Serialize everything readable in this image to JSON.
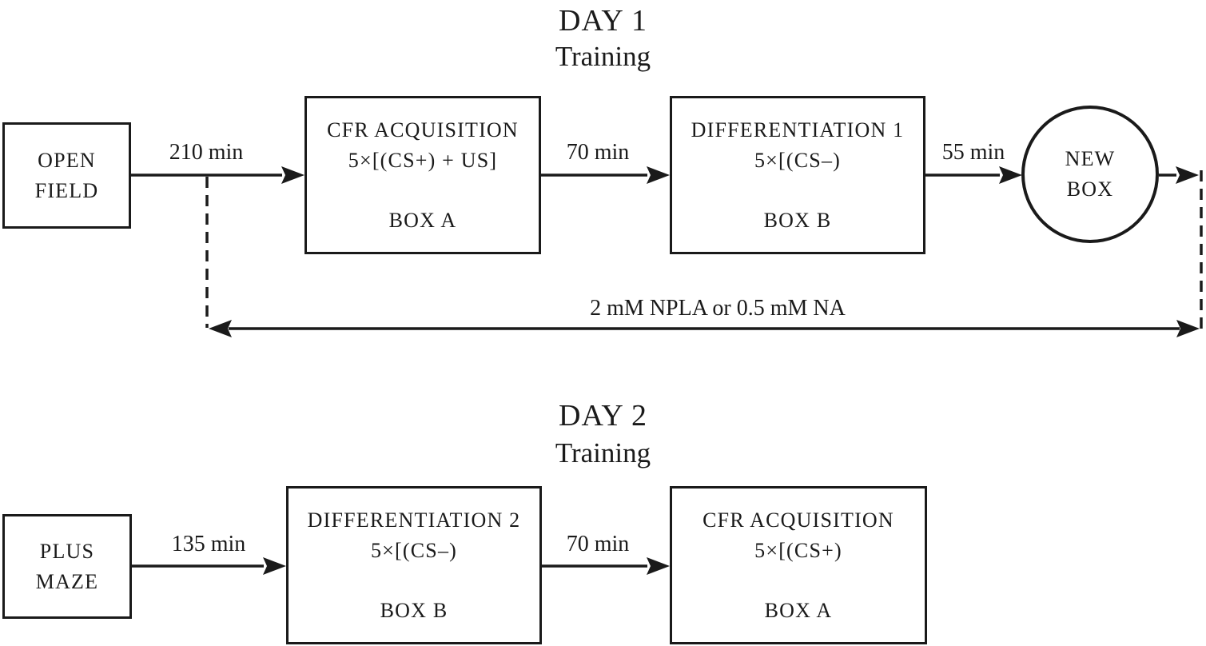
{
  "day1": {
    "title": "DAY 1",
    "subtitle": "Training",
    "nodes": {
      "open_field": {
        "line1": "OPEN",
        "line2": "FIELD"
      },
      "cfr_acquisition": {
        "title": "CFR ACQUISITION",
        "detail": "5×[(CS+) + US]",
        "location": "BOX A"
      },
      "differentiation1": {
        "title": "DIFFERENTIATION 1",
        "detail": "5×[(CS–)",
        "location": "BOX B"
      },
      "new_box": {
        "line1": "NEW",
        "line2": "BOX"
      }
    },
    "intervals": {
      "open_to_cfr": "210 min",
      "cfr_to_diff": "70 min",
      "diff_to_newbox": "55 min"
    },
    "drug_label": "2 mM NPLA or 0.5 mM NA"
  },
  "day2": {
    "title": "DAY 2",
    "subtitle": "Training",
    "nodes": {
      "plus_maze": {
        "line1": "PLUS",
        "line2": "MAZE"
      },
      "differentiation2": {
        "title": "DIFFERENTIATION 2",
        "detail": "5×[(CS–)",
        "location": "BOX B"
      },
      "cfr_acquisition": {
        "title": "CFR ACQUISITION",
        "detail": "5×[(CS+)",
        "location": "BOX A"
      }
    },
    "intervals": {
      "maze_to_diff": "135 min",
      "diff_to_cfr": "70 min"
    }
  },
  "colors": {
    "line": "#1a1a1a",
    "background": "#ffffff"
  }
}
